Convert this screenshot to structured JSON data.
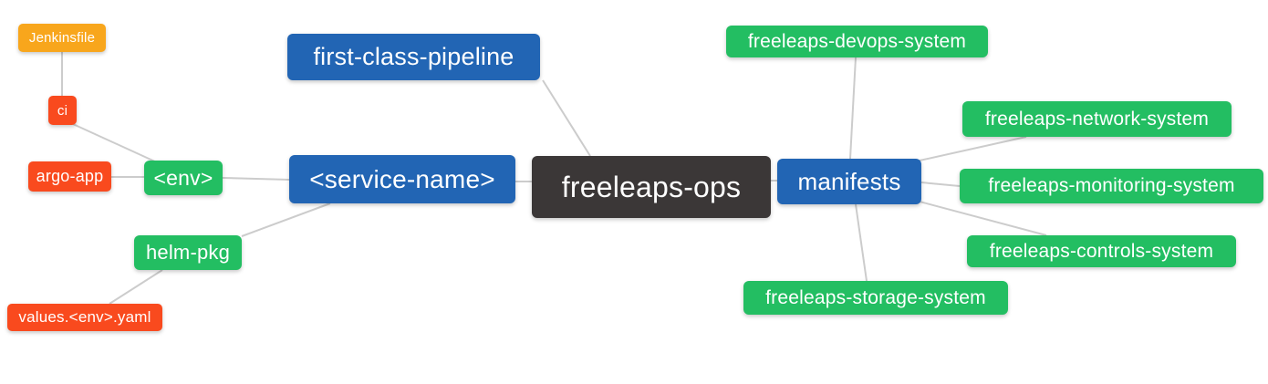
{
  "diagram": {
    "type": "mindmap",
    "root_label": "freeleaps-ops"
  },
  "palette": {
    "root": "#3B3737",
    "branch_blue": "#2265B4",
    "leaf_green": "#23BE62",
    "leaf_orange": "#F8A61C",
    "leaf_red": "#F94A1E",
    "edge": "#CCCCCC",
    "text": "#FFFFFF",
    "background": "#FFFFFF"
  },
  "nodes": [
    {
      "id": "freeleaps-ops",
      "label": "freeleaps-ops",
      "color": "root"
    },
    {
      "id": "first-class-pipeline",
      "label": "first-class-pipeline",
      "color": "branch_blue"
    },
    {
      "id": "service-name",
      "label": "<service-name>",
      "color": "branch_blue"
    },
    {
      "id": "env",
      "label": "<env>",
      "color": "leaf_green"
    },
    {
      "id": "ci",
      "label": "ci",
      "color": "leaf_red"
    },
    {
      "id": "jenkinsfile",
      "label": "Jenkinsfile",
      "color": "leaf_orange"
    },
    {
      "id": "argo-app",
      "label": "argo-app",
      "color": "leaf_red"
    },
    {
      "id": "helm-pkg",
      "label": "helm-pkg",
      "color": "leaf_green"
    },
    {
      "id": "values-env-yaml",
      "label": "values.<env>.yaml",
      "color": "leaf_red"
    },
    {
      "id": "manifests",
      "label": "manifests",
      "color": "branch_blue"
    },
    {
      "id": "freeleaps-devops-system",
      "label": "freeleaps-devops-system",
      "color": "leaf_green"
    },
    {
      "id": "freeleaps-network-system",
      "label": "freeleaps-network-system",
      "color": "leaf_green"
    },
    {
      "id": "freeleaps-monitoring-system",
      "label": "freeleaps-monitoring-system",
      "color": "leaf_green"
    },
    {
      "id": "freeleaps-controls-system",
      "label": "freeleaps-controls-system",
      "color": "leaf_green"
    },
    {
      "id": "freeleaps-storage-system",
      "label": "freeleaps-storage-system",
      "color": "leaf_green"
    }
  ],
  "edges": [
    {
      "from": "jenkinsfile",
      "to": "ci"
    },
    {
      "from": "ci",
      "to": "env"
    },
    {
      "from": "argo-app",
      "to": "env"
    },
    {
      "from": "env",
      "to": "service-name"
    },
    {
      "from": "helm-pkg",
      "to": "service-name"
    },
    {
      "from": "values-env-yaml",
      "to": "helm-pkg"
    },
    {
      "from": "first-class-pipeline",
      "to": "freeleaps-ops"
    },
    {
      "from": "service-name",
      "to": "freeleaps-ops"
    },
    {
      "from": "freeleaps-ops",
      "to": "manifests"
    },
    {
      "from": "manifests",
      "to": "freeleaps-devops-system"
    },
    {
      "from": "manifests",
      "to": "freeleaps-network-system"
    },
    {
      "from": "manifests",
      "to": "freeleaps-monitoring-system"
    },
    {
      "from": "manifests",
      "to": "freeleaps-controls-system"
    },
    {
      "from": "manifests",
      "to": "freeleaps-storage-system"
    }
  ]
}
